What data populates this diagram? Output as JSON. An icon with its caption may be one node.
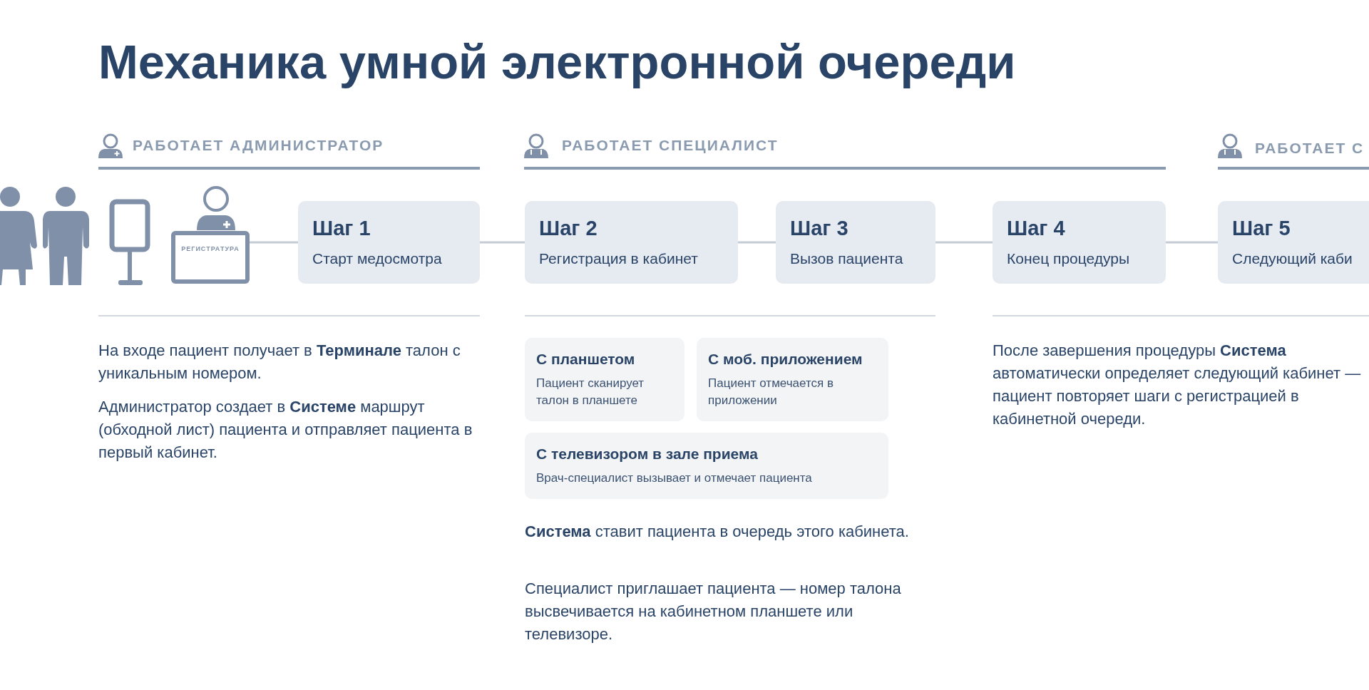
{
  "diagram": {
    "title": "Механика умной электронной очереди",
    "nodes": [
      {
        "text": [
          "РЕГИСТРАТУРА"
        ]
      },
      {
        "text": [
          "Шаг 1",
          "Старт медосмотра"
        ]
      },
      {
        "text": [
          "Шаг 2",
          "Регистрация в кабинет"
        ]
      },
      {
        "text": [
          "Шаг 3",
          "Вызов пациента"
        ]
      },
      {
        "text": [
          "Шаг 4",
          "Конец процедуры"
        ]
      },
      {
        "text": [
          "Шаг 5",
          "Следующий каби"
        ]
      },
      {
        "text": [
          "С планшетом",
          "Пациент сканирует талон в планшете"
        ]
      },
      {
        "text": [
          "С моб. приложением",
          "Пациент отмечается в приложении"
        ]
      },
      {
        "text": [
          "С телевизором в зале приема",
          "Врач-специалист вызывает и отмечает пациента"
        ]
      }
    ],
    "edges": [
      {
        "from": 0,
        "to": 1,
        "arrow": "none"
      },
      {
        "from": 1,
        "to": 2,
        "arrow": "none"
      },
      {
        "from": 2,
        "to": 3,
        "arrow": "none"
      },
      {
        "from": 3,
        "to": 4,
        "arrow": "none"
      },
      {
        "from": 4,
        "to": 5,
        "arrow": "none"
      }
    ],
    "labels": [
      "РАБОТАЕТ АДМИНИСТРАТОР",
      "РАБОТАЕТ СПЕЦИАЛИСТ",
      "РАБОТАЕТ С",
      "На входе пациент получает в **Терминале** талон с уникальным номером.",
      "Администратор создает в **Системе** маршрут (обходной лист) пациента и отправляет пациента в первый кабинет.",
      "**Система** ставит пациента в очередь этого кабинета.",
      "Специалист приглашает пациента — номер талона высвечивается на кабинетном планшете или телевизоре.",
      "После завершения процедуры **Система** автоматически определяет следующий кабинет — пациент повторяет шаги с регистрацией в кабинетной очереди."
    ]
  }
}
